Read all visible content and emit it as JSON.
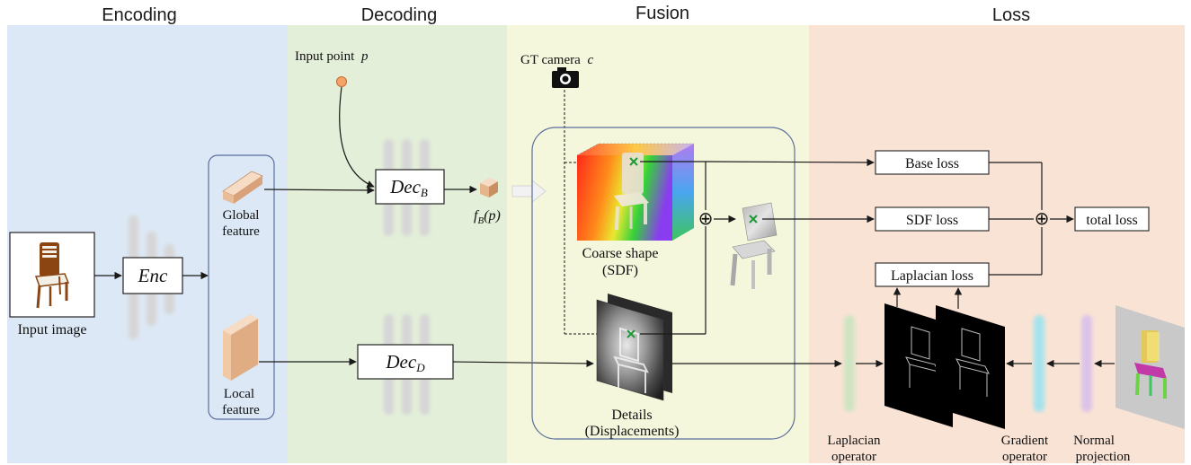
{
  "sections": {
    "encoding": "Encoding",
    "decoding": "Decoding",
    "fusion": "Fusion",
    "loss": "Loss"
  },
  "colors": {
    "encoding_bg": "#dce8f5",
    "decoding_bg": "#e3efd9",
    "fusion_bg": "#f4f7dc",
    "loss_bg": "#f9e3d5",
    "border": "#5a6e9c"
  },
  "encoding": {
    "input_image_label": "Input image",
    "enc_label": "Enc",
    "global_feature_lines": [
      "Global",
      "feature"
    ],
    "local_feature_lines": [
      "Local",
      "feature"
    ]
  },
  "decoding": {
    "input_point_label": "Input point",
    "input_point_symbol": "p",
    "dec_b_main": "Dec",
    "dec_b_sub": "B",
    "dec_d_main": "Dec",
    "dec_d_sub": "D",
    "fb_main": "f",
    "fb_sub": "B",
    "fb_arg": "(p)"
  },
  "fusion": {
    "gt_camera_label": "GT camera",
    "gt_camera_symbol": "c",
    "camera_icon": "camera-icon",
    "coarse_shape_lines": [
      "Coarse shape",
      "(SDF)"
    ],
    "details_lines": [
      "Details",
      "(Displacements)"
    ],
    "sum_symbol": "⊕"
  },
  "loss": {
    "base_loss": "Base loss",
    "sdf_loss": "SDF loss",
    "laplacian_loss": "Laplacian loss",
    "total_loss": "total loss",
    "sum_symbol": "⊕",
    "laplacian_operator_lines": [
      "Laplacian",
      "operator"
    ],
    "gradient_operator_lines": [
      "Gradient",
      "operator"
    ],
    "normal_projection_lines": [
      "Normal",
      "projection"
    ]
  }
}
